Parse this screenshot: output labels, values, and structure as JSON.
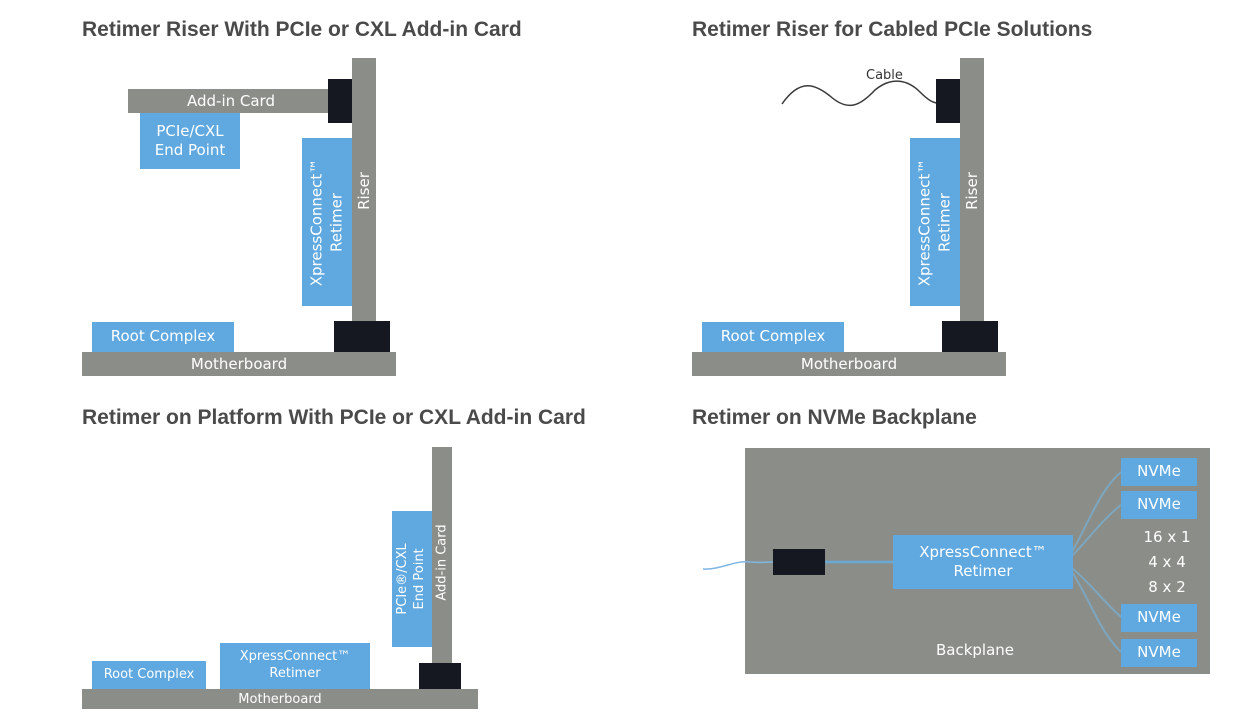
{
  "panels": {
    "top_left": {
      "title": "Retimer Riser With PCIe or CXL Add-in Card",
      "add_in_card": "Add-in Card",
      "end_point": "PCIe/CXL\nEnd Point",
      "retimer": "XpressConnect™\nRetimer",
      "riser": "Riser",
      "root_complex": "Root Complex",
      "motherboard": "Motherboard"
    },
    "top_right": {
      "title": "Retimer Riser for Cabled PCIe Solutions",
      "cable": "Cable",
      "retimer": "XpressConnect™\nRetimer",
      "riser": "Riser",
      "root_complex": "Root Complex",
      "motherboard": "Motherboard"
    },
    "bottom_left": {
      "title": "Retimer on Platform With PCIe or CXL Add-in Card",
      "end_point": "PCIe®/CXL\nEnd Point",
      "add_in_card": "Add-in Card",
      "root_complex": "Root Complex",
      "retimer": "XpressConnect™\nRetimer",
      "motherboard": "Motherboard"
    },
    "bottom_right": {
      "title": "Retimer on NVMe Backplane",
      "nvme": [
        "NVMe",
        "NVMe",
        "NVMe",
        "NVMe"
      ],
      "config": [
        "16 x 1",
        "4 x 4",
        "8 x 2"
      ],
      "retimer": "XpressConnect™\nRetimer",
      "backplane": "Backplane"
    }
  },
  "colors": {
    "grey": "#8b8e88",
    "blue": "#5fa8e0",
    "connector": "#151820",
    "title": "#4a4a4a"
  }
}
